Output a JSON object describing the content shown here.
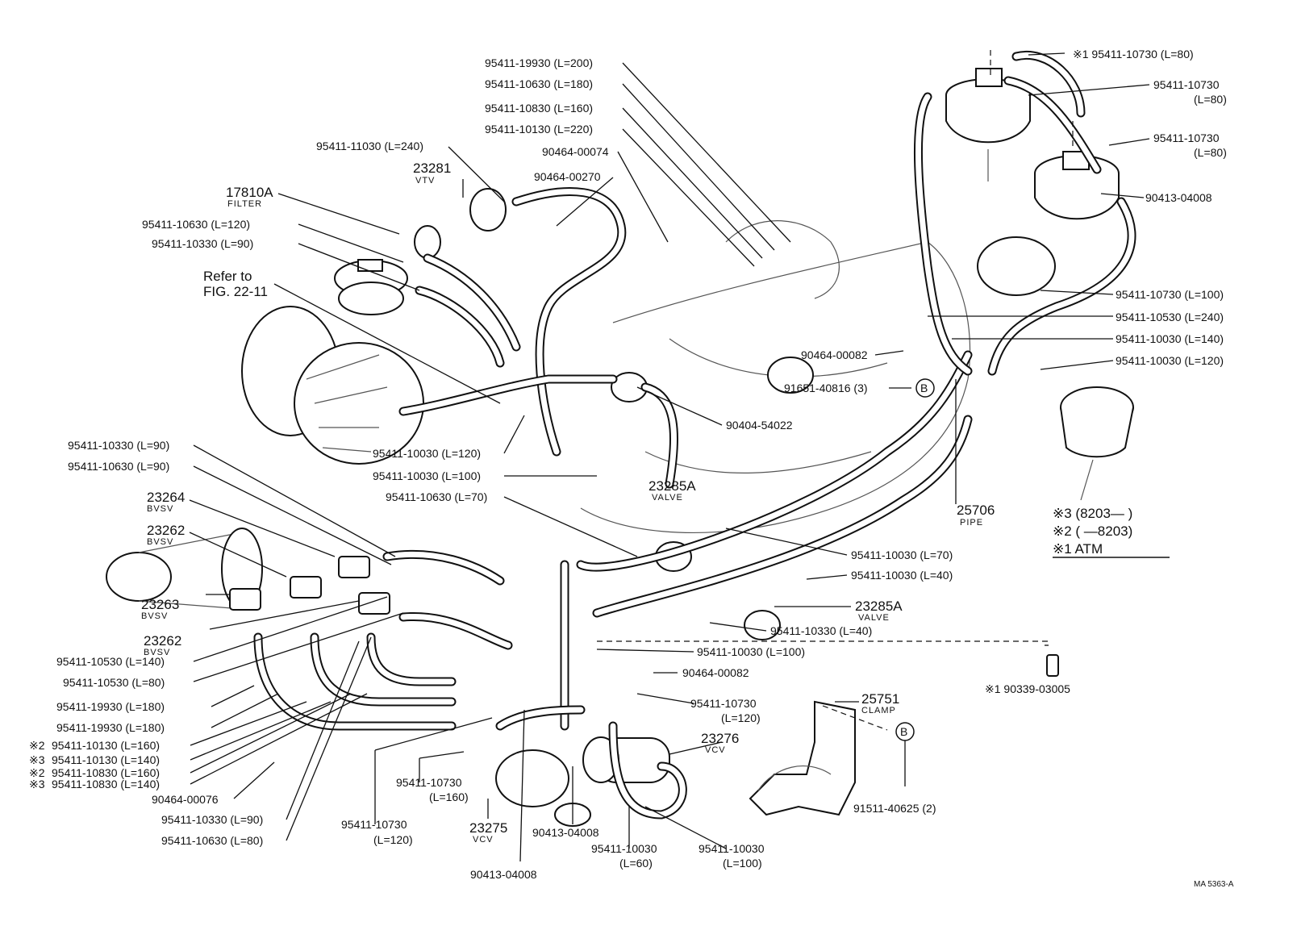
{
  "watermark": "",
  "corner_code": "MA 5363-A",
  "legend": {
    "line3": "※3 (8203—     )",
    "line2": "※2 (       —8203)",
    "line1": "※1 ATM"
  },
  "labels": {
    "p19930_200": "95411-19930 (L=200)",
    "p10630_180": "95411-10630 (L=180)",
    "p10830_160": "95411-10830 (L=160)",
    "p10130_220": "95411-10130 (L=220)",
    "c00074": "90464-00074",
    "p11030_240": "95411-11030 (L=240)",
    "vtv_num": "23281",
    "vtv_name": "VTV",
    "c00270": "90464-00270",
    "filter_num": "17810A",
    "filter_name": "FILTER",
    "p10630_120": "95411-10630 (L=120)",
    "p10330_90a": "95411-10330 (L=90)",
    "refer1": "Refer to",
    "refer2": "FIG. 22-11",
    "c00082a": "90464-00082",
    "bolt": "91651-40816 (3)",
    "c54022": "90404-54022",
    "p10030_120a": "95411-10030 (L=120)",
    "p10030_100a": "95411-10030 (L=100)",
    "p10630_70": "95411-10630 (L=70)",
    "valve1_num": "23285A",
    "valve1_name": "VALVE",
    "pipe_num": "25706",
    "pipe_name": "PIPE",
    "p10330_90b": "95411-10330 (L=90)",
    "p10630_90": "95411-10630 (L=90)",
    "bvsv1_num": "23264",
    "bvsv1_name": "BVSV",
    "bvsv2_num": "23262",
    "bvsv2_name": "BVSV",
    "bvsv3_num": "23263",
    "bvsv3_name": "BVSV",
    "bvsv4_num": "23262",
    "bvsv4_name": "BVSV",
    "p10030_70": "95411-10030 (L=70)",
    "p10030_40": "95411-10030 (L=40)",
    "valve2_num": "23285A",
    "valve2_name": "VALVE",
    "p10330_40": "95411-10330 (L=40)",
    "p10030_100b": "95411-10030 (L=100)",
    "c90339": "※1 90339-03005",
    "c00082b": "90464-00082",
    "p10530_140": "95411-10530 (L=140)",
    "p10530_80": "95411-10530 (L=80)",
    "p19930_180a": "95411-19930 (L=180)",
    "p19930_180b": "95411-19930 (L=180)",
    "m1": "※2",
    "p10130_160": "95411-10130 (L=160)",
    "m2": "※3",
    "p10130_140": "95411-10130 (L=140)",
    "m3": "※2",
    "p10830_160b": "95411-10830 (L=160)",
    "m4": "※3",
    "p10830_140": "95411-10830 (L=140)",
    "c00076": "90464-00076",
    "p10330_90c": "95411-10330 (L=90)",
    "p10630_80": "95411-10630 (L=80)",
    "p10730_120a": "95411-10730",
    "p10730_120a_len": "(L=120)",
    "p10730_160": "95411-10730",
    "p10730_160_len": "(L=160)",
    "vcv1_num": "23275",
    "vcv1_name": "VCV",
    "c04008a": "90413-04008",
    "c04008b": "90413-04008",
    "p10030_60": "95411-10030",
    "p10030_60_len": "(L=60)",
    "p10030_100c": "95411-10030",
    "p10030_100c_len": "(L=100)",
    "p10730_120b": "95411-10730",
    "p10730_120b_len": "(L=120)",
    "vcv2_num": "23276",
    "vcv2_name": "VCV",
    "clamp_num": "25751",
    "clamp_name": "CLAMP",
    "c40625": "91511-40625 (2)",
    "tr1": "※1 95411-10730 (L=80)",
    "tr2": "95411-10730",
    "tr2_len": "(L=80)",
    "tr3": "95411-10730",
    "tr3_len": "(L=80)",
    "c04008c": "90413-04008",
    "r1": "95411-10730 (L=100)",
    "r2": "95411-10530 (L=240)",
    "r3": "95411-10030 (L=140)",
    "r4": "95411-10030 (L=120)",
    "callout_b": "B"
  }
}
